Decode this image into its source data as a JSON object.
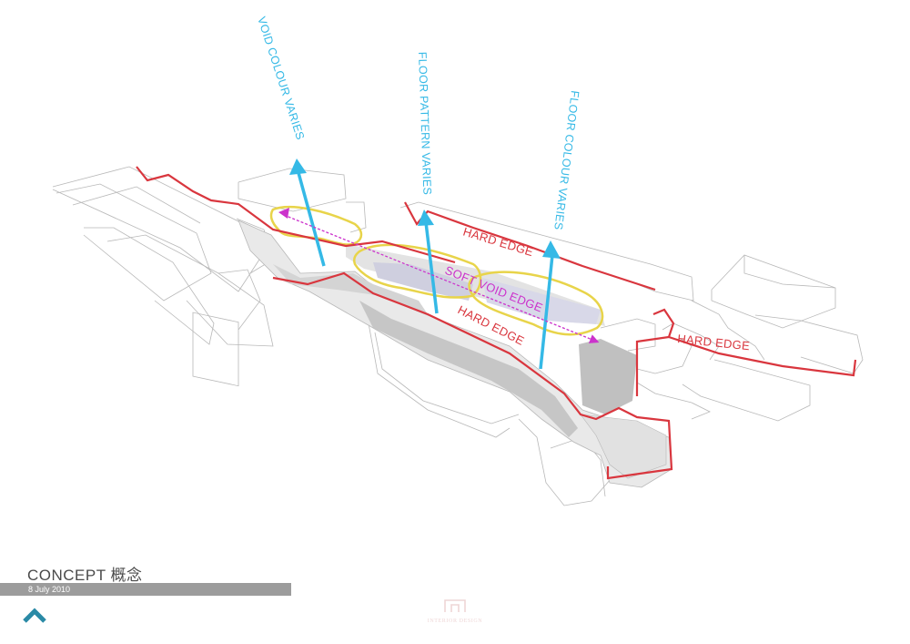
{
  "annotations": {
    "void_colour": "VOID COLOUR VARIES",
    "floor_pattern": "FLOOR PATTERN VARIES",
    "floor_colour": "FLOOR COLOUR VARIES",
    "hard_edge_top": "HARD EDGE",
    "hard_edge_middle": "HARD EDGE",
    "hard_edge_right": "HARD EDGE",
    "soft_void_edge": "SOFT VOID EDGE"
  },
  "footer": {
    "title": "CONCEPT 概念",
    "date": "8 July 2010"
  },
  "watermark": {
    "text": "INTERIOR DESIGN"
  },
  "colors": {
    "hard_edge": "#d9363e",
    "cyan_arrow": "#35b9e6",
    "soft_void": "#cc33cc",
    "void_outline": "#e8d44a",
    "wireframe": "#b8b8b8",
    "floor_grey": "#c8c8c8",
    "footer_bar": "#9c9c9c",
    "nav_icon": "#2a8aa6"
  },
  "icons": {
    "nav": "chevron-up-icon",
    "watermark": "interior-design-logo"
  }
}
